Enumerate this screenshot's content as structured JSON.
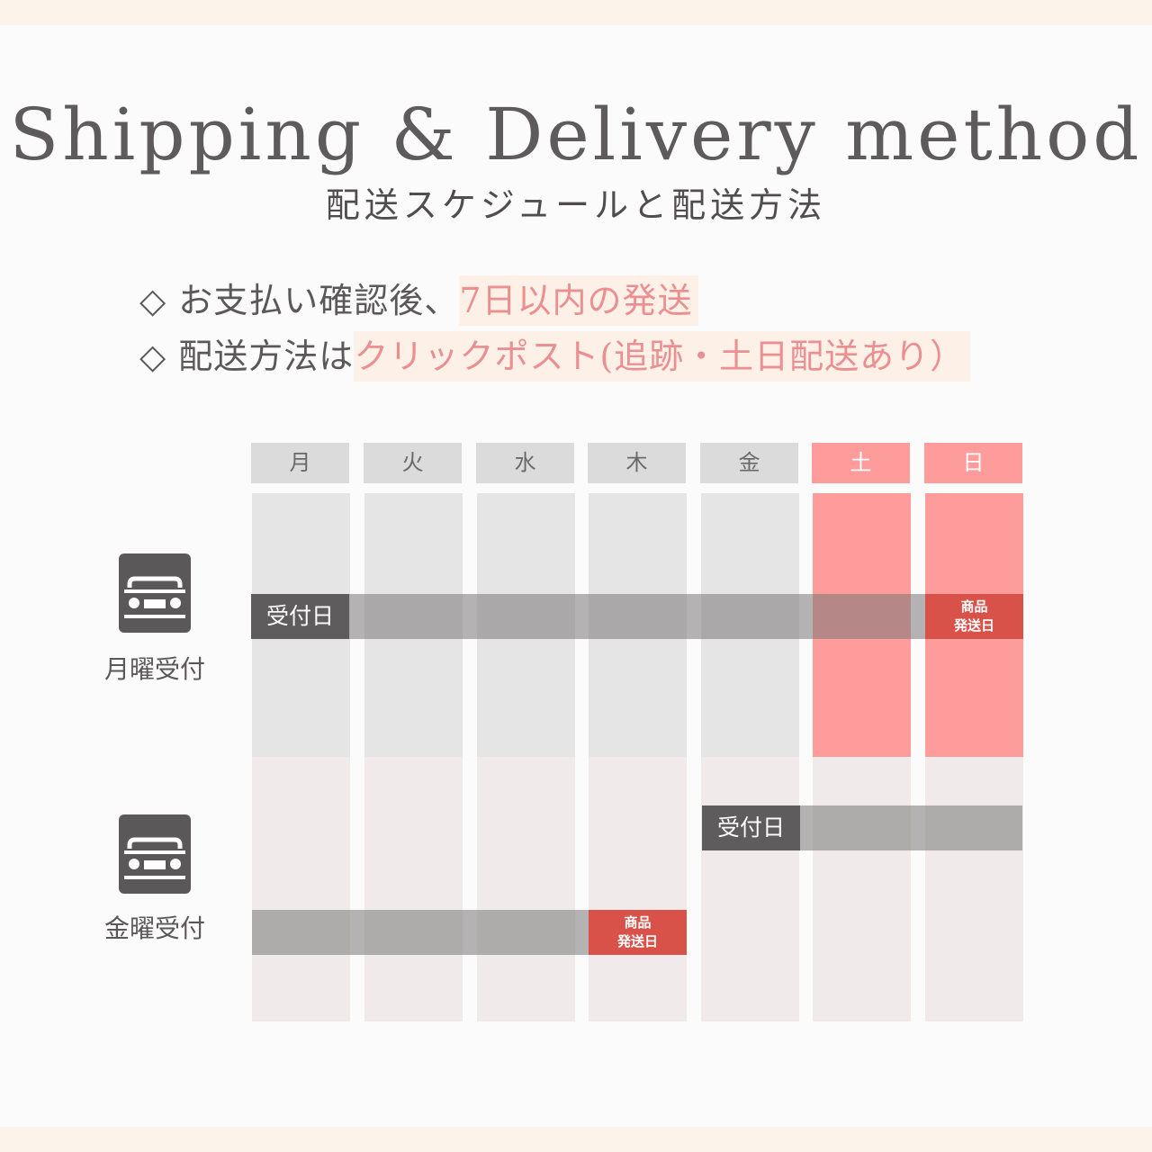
{
  "header": {
    "title": "Shipping & Delivery method",
    "subtitle": "配送スケジュールと配送方法"
  },
  "notes": [
    {
      "prefix": "◇ お支払い確認後、",
      "highlight": "7日以内の発送"
    },
    {
      "prefix": "◇ 配送方法は",
      "highlight": "クリックポスト(追跡・土日配送あり）"
    }
  ],
  "days": [
    "月",
    "火",
    "水",
    "木",
    "金",
    "土",
    "日"
  ],
  "schedule": {
    "monday": {
      "label": "月曜受付",
      "accept_tag": "受付日",
      "ship_tag_line1": "商品",
      "ship_tag_line2": "発送日"
    },
    "friday": {
      "label": "金曜受付",
      "accept_tag": "受付日",
      "ship_tag_line1": "商品",
      "ship_tag_line2": "発送日"
    }
  },
  "colors": {
    "weekend": "#fe9c9c",
    "ship_tag": "#d9524a",
    "highlight_text": "#ea8f92",
    "highlight_bg": "#fdf0e6"
  },
  "icons": [
    "truck-icon",
    "diamond-bullet-icon"
  ]
}
